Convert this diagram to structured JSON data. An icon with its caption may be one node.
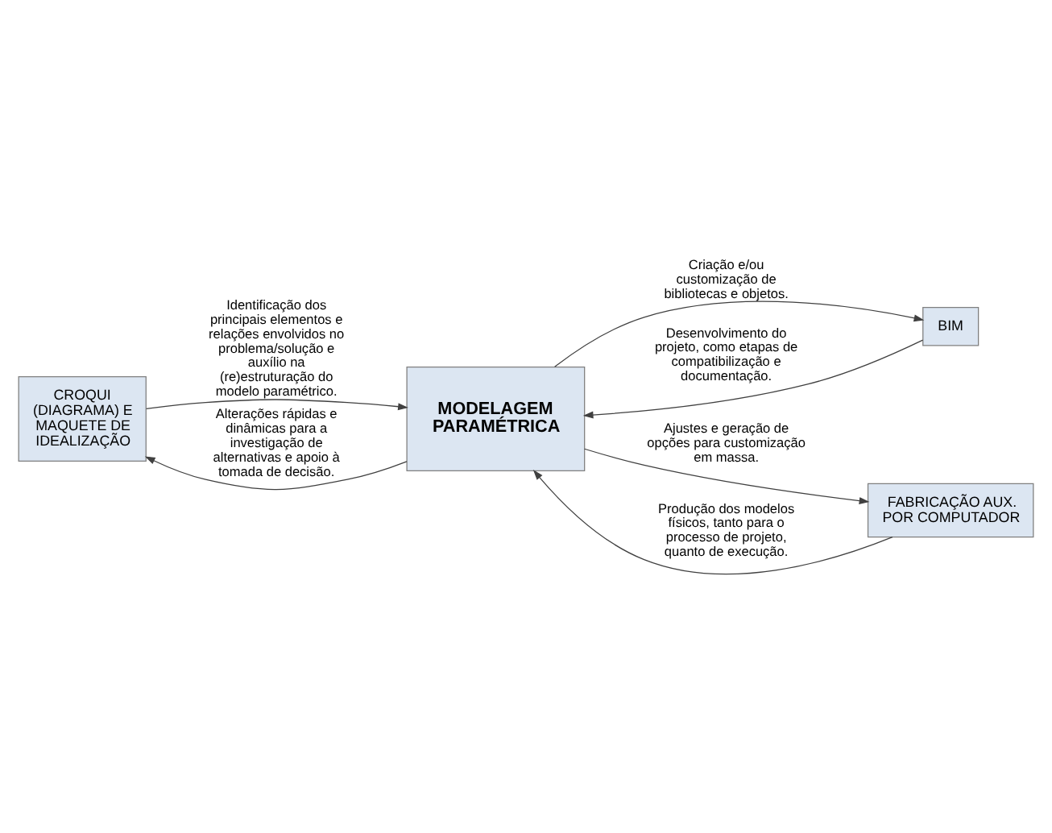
{
  "diagram": {
    "nodes": [
      {
        "text": [
          "CROQUI (DIAGRAMA) E MAQUETE DE IDEALIZAÇÃO"
        ]
      },
      {
        "text": [
          "MODELAGEM PARAMÉTRICA"
        ]
      },
      {
        "text": [
          "BIM"
        ]
      },
      {
        "text": [
          "FABRICAÇÃO AUX. POR COMPUTADOR"
        ]
      }
    ],
    "edges": [
      {
        "from": 1,
        "to": 0,
        "arrow": "to",
        "label": "Alterações rápidas e dinâmicas para a investigação de alternativas e apoio à tomada de decisão."
      },
      {
        "from": 0,
        "to": 1,
        "arrow": "to",
        "label": "Identificação dos principais elementos e relações envolvidos no problema/solução e auxílio na (re)estruturação do modelo paramétrico."
      },
      {
        "from": 1,
        "to": 2,
        "arrow": "to",
        "label": "Criação e/ou customização de bibliotecas e objetos."
      },
      {
        "from": 2,
        "to": 1,
        "arrow": "to",
        "label": "Desenvolvimento do projeto, como etapas de compatibilização e documentação."
      },
      {
        "from": 1,
        "to": 3,
        "arrow": "to",
        "label": "Ajustes e geração de opções para customização em massa."
      },
      {
        "from": 3,
        "to": 1,
        "arrow": "to",
        "label": "Produção dos modelos físicos, tanto para o processo de projeto, quanto de execução."
      }
    ]
  }
}
